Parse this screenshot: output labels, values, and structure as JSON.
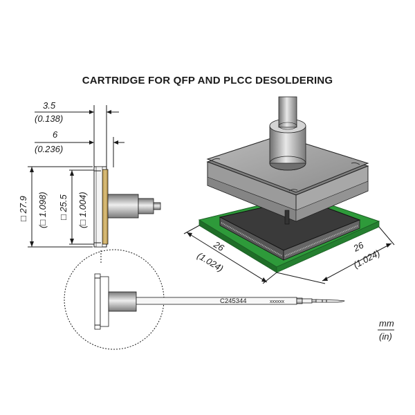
{
  "title": "CARTRIDGE FOR QFP AND PLCC DESOLDERING",
  "dimensions": {
    "tip_thickness": {
      "mm": "3.5",
      "in": "(0.138)"
    },
    "total_depth": {
      "mm": "6",
      "in": "(0.236)"
    },
    "outer_square": {
      "mm": "□ 27.9",
      "in": "(□ 1.098)"
    },
    "inner_square": {
      "mm": "□ 25.5",
      "in": "(□ 1.004)"
    },
    "chip_width": {
      "mm": "26",
      "in": "(1.024)"
    },
    "chip_depth": {
      "mm": "26",
      "in": "(1.024)"
    }
  },
  "cartridge": {
    "code": "C245344",
    "marking": "xxxxxx"
  },
  "units": {
    "mm": "mm",
    "in": "(in)"
  },
  "colors": {
    "pcb_green": "#2e9a3a",
    "tip_brass": "#c9a95c",
    "steel": "#8f8f8f"
  }
}
